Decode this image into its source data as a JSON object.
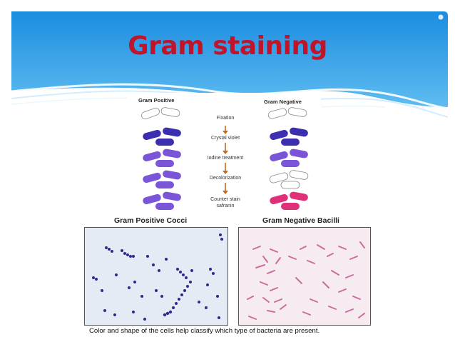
{
  "slide": {
    "title": "Gram staining",
    "colors": {
      "banner_top": "#1a8fe0",
      "banner_bottom": "#6ec3f2",
      "title": "#c0142a"
    }
  },
  "procedure_figure": {
    "left_heading": "Gram Positive",
    "right_heading": "Gram Negative",
    "steps": [
      "Fixation",
      "Crystal violet",
      "Iodine treatment",
      "Decolorization",
      "Counter stain",
      "safranin"
    ],
    "colors": {
      "outline": "#ffffff",
      "crystal_violet": "#3b2fb0",
      "iodine": "#7a55d8",
      "negative_decolorized": "#ffffff",
      "safranin": "#e0307a",
      "arrow": "#c56a1c"
    }
  },
  "micrographs": {
    "left_title": "Gram Positive Cocci",
    "right_title": "Gram Negative Bacilli"
  },
  "caption": "Color and shape of the cells help classify which type of bacteria are present."
}
